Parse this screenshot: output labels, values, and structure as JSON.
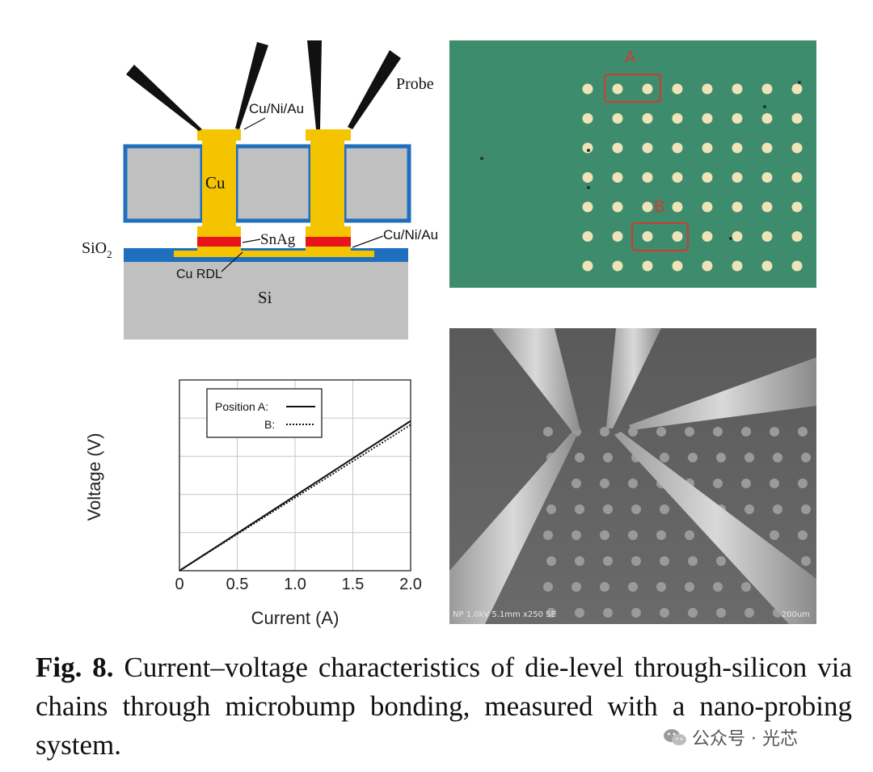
{
  "schematic": {
    "labels": {
      "probe": "Probe",
      "cu_ni_au_top": "Cu/Ni/Au",
      "cu": "Cu",
      "snag": "SnAg",
      "cu_ni_au_right": "Cu/Ni/Au",
      "sio2_base": "SiO",
      "sio2_sub": "2",
      "cu_rdl": "Cu RDL",
      "si": "Si"
    }
  },
  "optical": {
    "label_a": "A",
    "label_b": "B",
    "colors": {
      "background": "#3e8c6e",
      "pad": "#efe3b8",
      "box": "#d23a2a"
    }
  },
  "sem": {
    "info_left": "NP 1.0kV 5.1mm x250 SE",
    "info_right": "200um"
  },
  "chart_data": {
    "type": "line",
    "xlabel": "Current (A)",
    "ylabel": "Voltage (V)",
    "xlim": [
      0,
      2.0
    ],
    "x_ticks": [
      "0",
      "0.5",
      "1.0",
      "1.5",
      "2.0"
    ],
    "y_ticks": [],
    "grid": true,
    "legend": {
      "placement": "top-left",
      "entries": [
        "Position A:",
        "B:"
      ]
    },
    "series": [
      {
        "name": "Position A:",
        "style": "solid",
        "x": [
          0,
          2.0
        ],
        "y_frac": [
          0,
          0.785
        ]
      },
      {
        "name": "B:",
        "style": "dotted",
        "x": [
          0,
          2.0
        ],
        "y_frac": [
          0,
          0.765
        ]
      }
    ]
  },
  "caption": {
    "fig_label": "Fig. 8.",
    "text": "Current–voltage characteristics of die-level through-silicon via chains through microbump bonding, measured with a nano-probing system."
  },
  "watermark": {
    "text": "公众号 · 光芯",
    "icon": "wechat-icon"
  }
}
